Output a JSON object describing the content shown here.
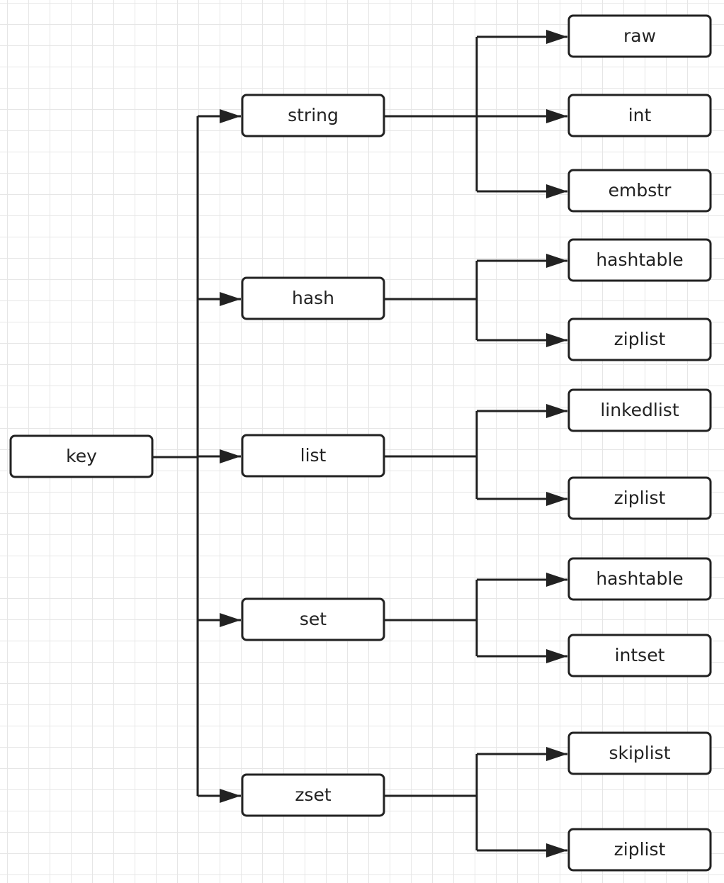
{
  "diagram": {
    "root": "key",
    "types": [
      {
        "label": "string",
        "encodings": [
          "raw",
          "int",
          "embstr"
        ]
      },
      {
        "label": "hash",
        "encodings": [
          "hashtable",
          "ziplist"
        ]
      },
      {
        "label": "list",
        "encodings": [
          "linkedlist",
          "ziplist"
        ]
      },
      {
        "label": "set",
        "encodings": [
          "hashtable",
          "intset"
        ]
      },
      {
        "label": "zset",
        "encodings": [
          "skiplist",
          "ziplist"
        ]
      }
    ]
  }
}
